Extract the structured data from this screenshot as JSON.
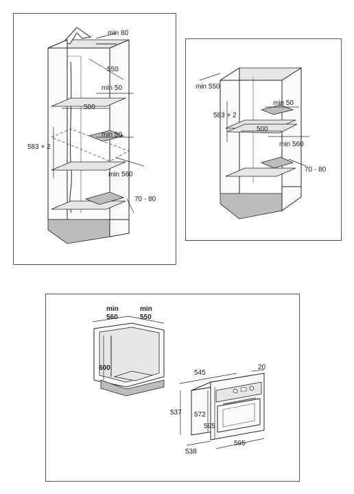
{
  "panel_a": {
    "labels": {
      "min80": "min 80",
      "d550": "550",
      "min50_top": "min 50",
      "d500": "500",
      "h583": "583 + 2",
      "min50_mid": "min 50",
      "min560": "min 560",
      "d7080": "70 - 80"
    }
  },
  "panel_b": {
    "labels": {
      "min550": "min 550",
      "h583": "583 + 2",
      "min50": "min 50",
      "d500": "500",
      "min560": "min 560",
      "d7080": "70 - 80"
    }
  },
  "panel_c": {
    "labels": {
      "min560_a": "min",
      "min560_b": "560",
      "min550_a": "min",
      "min550_b": "550",
      "h600": "600",
      "d545": "545",
      "d20": "20",
      "d537": "537",
      "d572": "572",
      "d595h": "595",
      "d538": "538",
      "d595w": "595"
    }
  }
}
